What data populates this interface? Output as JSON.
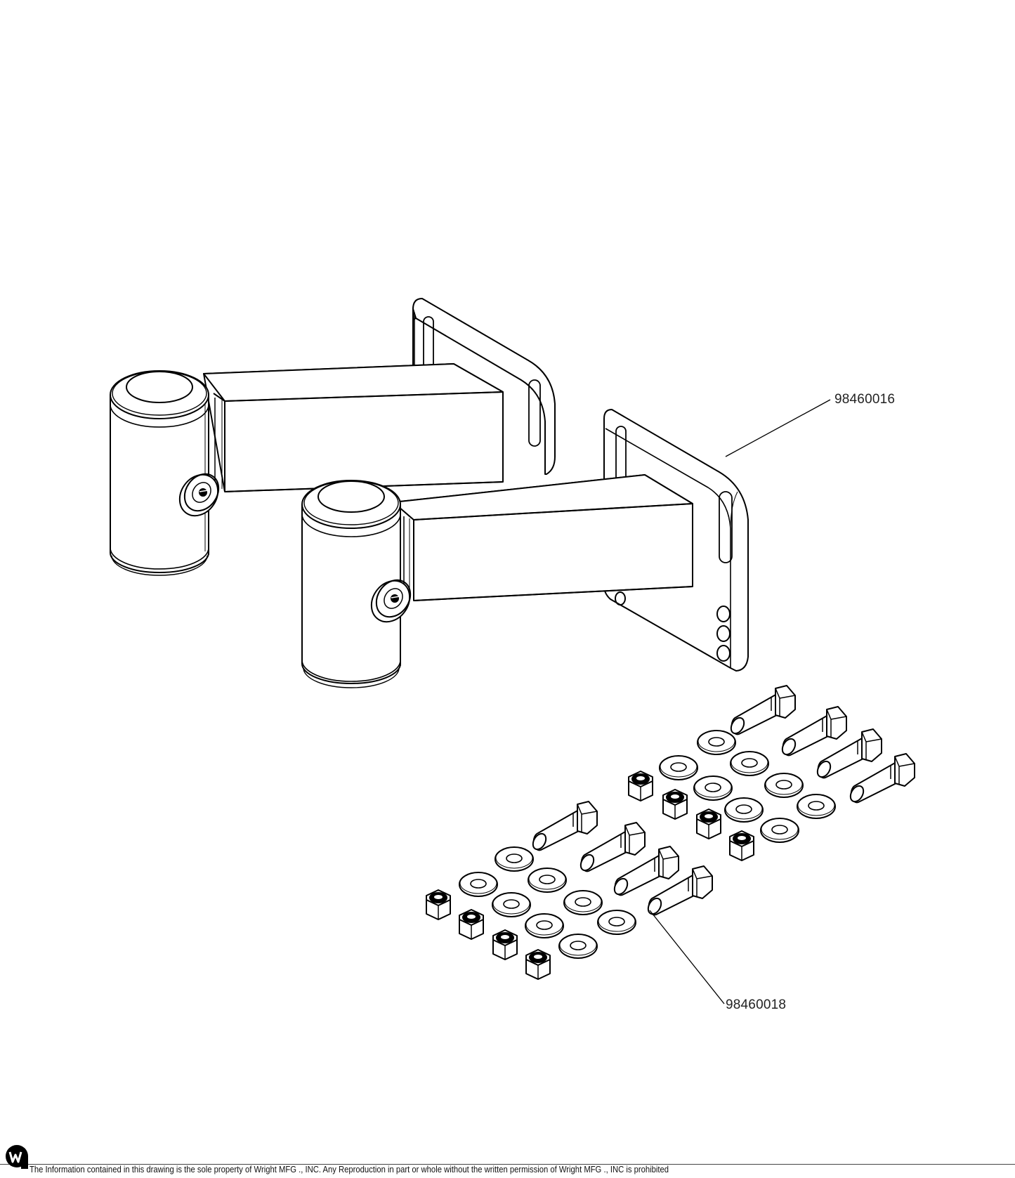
{
  "callouts": [
    {
      "part_number": "98460016"
    },
    {
      "part_number": "98460018"
    }
  ],
  "footer": {
    "notice": "The Information contained in this drawing is the sole property of Wright MFG ., INC. Any Reproduction in part or whole without the written permission of Wright MFG ., INC is prohibited"
  },
  "logo": {
    "icon": "wright-logo-icon"
  },
  "colors": {
    "line": "#000000",
    "background": "#ffffff"
  }
}
